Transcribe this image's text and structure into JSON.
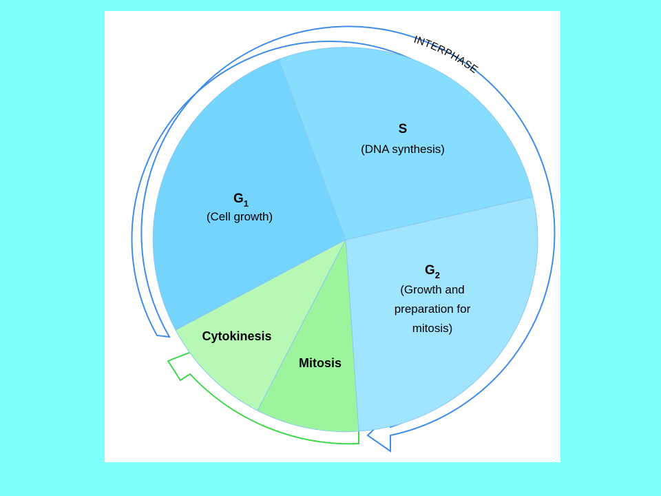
{
  "colors": {
    "slide_background": "#80FFFF",
    "panel_background": "#FFFFFF",
    "g1_fill": "#74D4FC",
    "s_fill": "#86DDFD",
    "g2_fill": "#A0E4FD",
    "mitosis_fill": "#9CF59C",
    "cytokinesis_fill": "#B6F8B4",
    "interphase_arrow_stroke": "#3E8CE8",
    "mitotic_arrow_stroke": "#3DD84A",
    "divider": "#8AC8F2"
  },
  "diagram": {
    "arc_label": "INTERPHASE",
    "phases": {
      "s": {
        "title": "S",
        "desc": [
          "(DNA synthesis)"
        ]
      },
      "g1": {
        "title_letter": "G",
        "title_sub": "1",
        "desc": [
          "(Cell growth)"
        ]
      },
      "g2": {
        "title_letter": "G",
        "title_sub": "2",
        "desc": [
          "(Growth and",
          "preparation for",
          "mitosis)"
        ]
      },
      "cytokinesis": {
        "title": "Cytokinesis"
      },
      "mitosis": {
        "title": "Mitosis"
      }
    }
  }
}
